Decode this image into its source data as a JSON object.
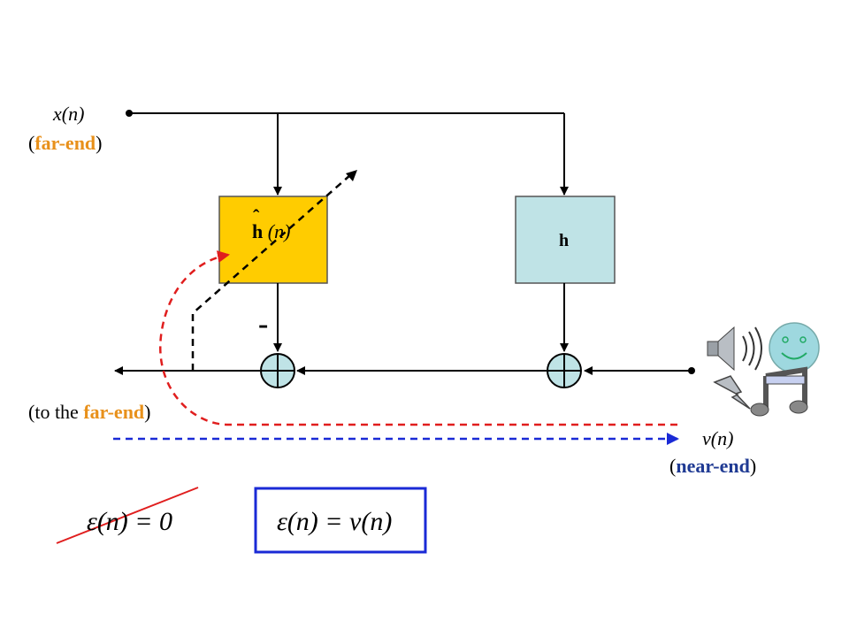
{
  "labels": {
    "x_n": "x(n)",
    "far_end_top": "far-end",
    "to_the": "(to the ",
    "far_end_left": "far-end",
    "v_n": "v(n)",
    "near_end": "near-end",
    "minus": "-",
    "h_hat": "h",
    "h_hat_arg": "(n)",
    "h": "h"
  },
  "equations": {
    "wrong": "ε(n) = 0",
    "right": "ε(n) = v(n)"
  },
  "colors": {
    "orange_label": "#e8901a",
    "blue_label": "#1f3a93",
    "adaptive_box": "#ffcc00",
    "echo_box": "#bfe3e6",
    "red_dashed": "#e01e1e",
    "blue_dashed": "#1a2ad6",
    "sum_node": "#bfe3e6"
  },
  "icons": [
    "speaker-icon",
    "smiley-icon",
    "lightning-icon",
    "music-note-icon"
  ]
}
